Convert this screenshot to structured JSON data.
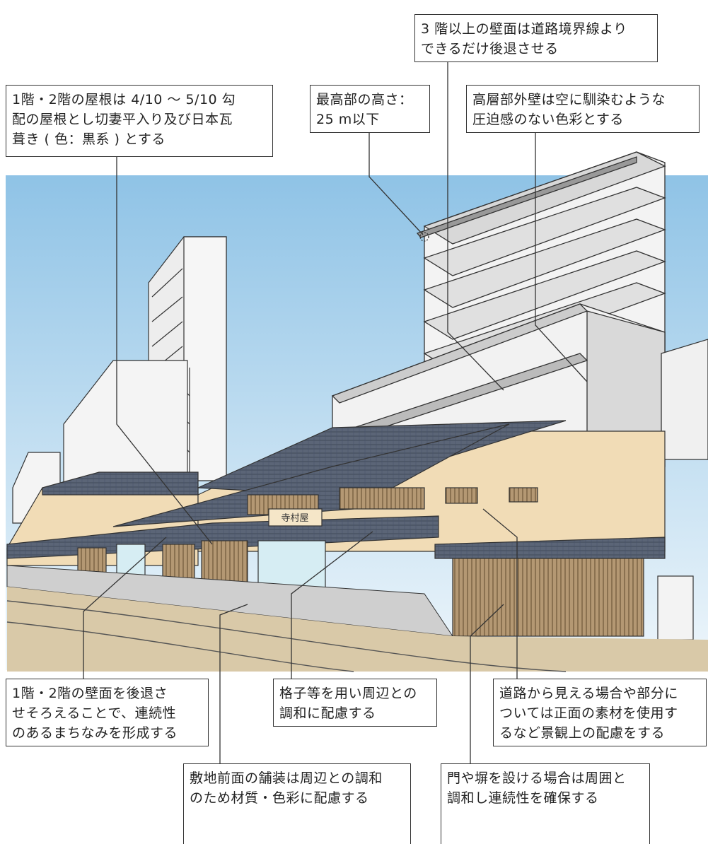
{
  "annotations": {
    "roof_pitch": "1階・2階の屋根は 4/10 ～ 5/10 勾\n配の屋根とし切妻平入り及び日本瓦\n葺き ( 色：黒系 ) とする",
    "max_height": "最高部の高さ：\n25 m以下",
    "setback_upper": "3 階以上の壁面は道路境界線より\nできるだけ後退させる",
    "upper_wall_color": "高層部外壁は空に馴染むような\n圧迫感のない色彩とする",
    "lower_wall_setback": "1階・2階の壁面を後退さ\nせそろえることで、連続性\nのあるまちなみを形成する",
    "lattice": "格子等を用い周辺との\n調和に配慮する",
    "side_facade": "道路から見える場合や部分に\nついては正面の素材を使用す\nるなど景観上の配慮をする",
    "paving": "敷地前面の舗装は周辺との調和\nのため材質・色彩に配慮する",
    "gate_fence": "門や塀を設ける場合は周囲と\n調和し連続性を確保する"
  },
  "shop_sign": "寺村屋",
  "colors": {
    "sky_top": "#8fc3e6",
    "sky_bottom": "#eef6fb",
    "road": "#d9c9a8",
    "sidewalk": "#cfcfcf",
    "roof_tile": "#5b6577",
    "wall_beige": "#f1dcb6",
    "wood": "#a98d6a",
    "tower_white": "#f3f3f3",
    "tower_shade": "#cfcfcf",
    "line": "#333333"
  }
}
